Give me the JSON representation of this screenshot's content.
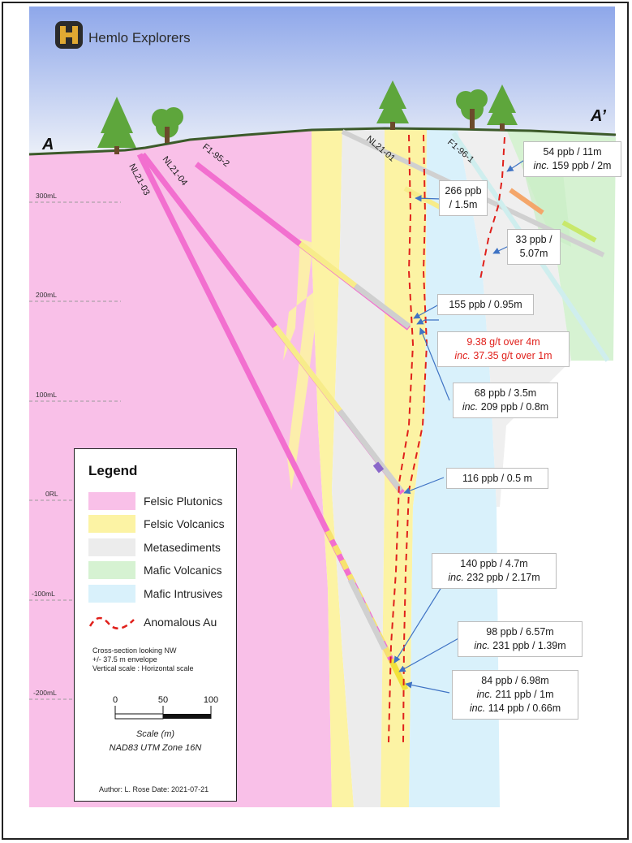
{
  "header": {
    "logo_text": "Hemlo Explorers"
  },
  "section": {
    "start_label": "A",
    "end_label": "A’"
  },
  "elevations": [
    "300mL",
    "200mL",
    "100mL",
    "0RL",
    "-100mL",
    "-200mL"
  ],
  "drillholes": [
    "NL21-03",
    "NL21-04",
    "F1-95-2",
    "NL21-01",
    "F1-96-1"
  ],
  "callouts": {
    "c1": {
      "line1": "54 ppb / 11m",
      "inc": "inc.",
      "line2": " 159 ppb / 2m"
    },
    "c2": {
      "line1": "266 ppb",
      "line2": "/ 1.5m"
    },
    "c3": {
      "line1": "33 ppb /",
      "line2": "5.07m"
    },
    "c4": {
      "line1": "155 ppb / 0.95m"
    },
    "c5": {
      "line1": "9.38 g/t over 4m",
      "inc": "inc.",
      "line2": " 37.35 g/t over 1m"
    },
    "c6": {
      "line1": "68 ppb / 3.5m",
      "inc": "inc.",
      "line2": " 209 ppb / 0.8m"
    },
    "c7": {
      "line1": "116 ppb / 0.5 m"
    },
    "c8": {
      "line1": "140 ppb / 4.7m",
      "inc": "inc.",
      "line2": " 232 ppb / 2.17m"
    },
    "c9": {
      "line1": "98 ppb / 6.57m",
      "inc": "inc.",
      "line2": " 231 ppb / 1.39m"
    },
    "c10": {
      "line1": "84 ppb / 6.98m",
      "inc": "inc.",
      "line2": " 211 ppb / 1m",
      "inc2": "inc.",
      "line3": " 114 ppb / 0.66m"
    }
  },
  "legend": {
    "title": "Legend",
    "items": [
      {
        "label": "Felsic Plutonics",
        "color": "#f9c0e8"
      },
      {
        "label": "Felsic Volcanics",
        "color": "#fcf3a4"
      },
      {
        "label": "Metasediments",
        "color": "#ececec"
      },
      {
        "label": "Mafic Volcanics",
        "color": "#d6f2d2"
      },
      {
        "label": "Mafic Intrusives",
        "color": "#d9f1fb"
      },
      {
        "label": "Anomalous Au",
        "color": "#e0201b"
      }
    ],
    "notes": [
      "Cross-section looking NW",
      "+/- 37.5 m envelope",
      "Vertical scale : Horizontal scale"
    ],
    "scale_ticks": [
      "0",
      "50",
      "100"
    ],
    "scale_label": "Scale (m)",
    "datum": "NAD83 UTM Zone 16N",
    "author": "Author: L. Rose Date: 2021-07-21"
  },
  "colors": {
    "sky_top": "#8fa8ea",
    "sky_bottom": "#e9eef8",
    "ground_line": "#3c5a2a",
    "tree": "#5ea63c",
    "felsic_plutonics": "#f9c0e8",
    "drill_pink": "#f26fcf",
    "metased_hole": "#cfcfcf",
    "arrow": "#3f73c4"
  }
}
